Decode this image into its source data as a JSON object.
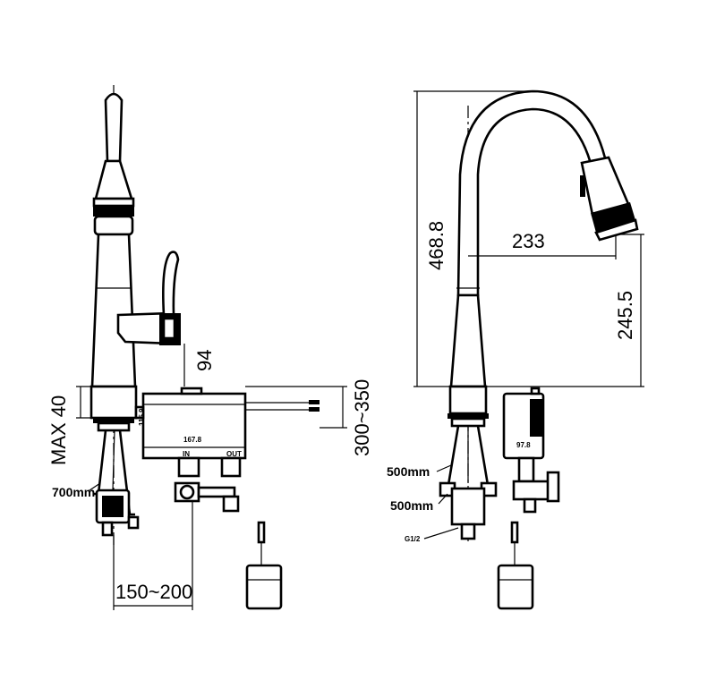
{
  "drawing": {
    "left_view": {
      "dim_94": "94",
      "dim_max40": "MAX 40",
      "dim_300_350": "300~350",
      "dim_150_200": "150~200",
      "label_700mm": "700mm",
      "label_167_8": "167.8",
      "label_115_9": "115.9",
      "label_in": "IN",
      "label_out": "OUT"
    },
    "right_view": {
      "dim_468_8": "468.8",
      "dim_233": "233",
      "dim_245_5": "245.5",
      "label_500mm_top": "500mm",
      "label_500mm_bottom": "500mm",
      "label_g12": "G1/2",
      "label_97_8": "97.8"
    }
  }
}
